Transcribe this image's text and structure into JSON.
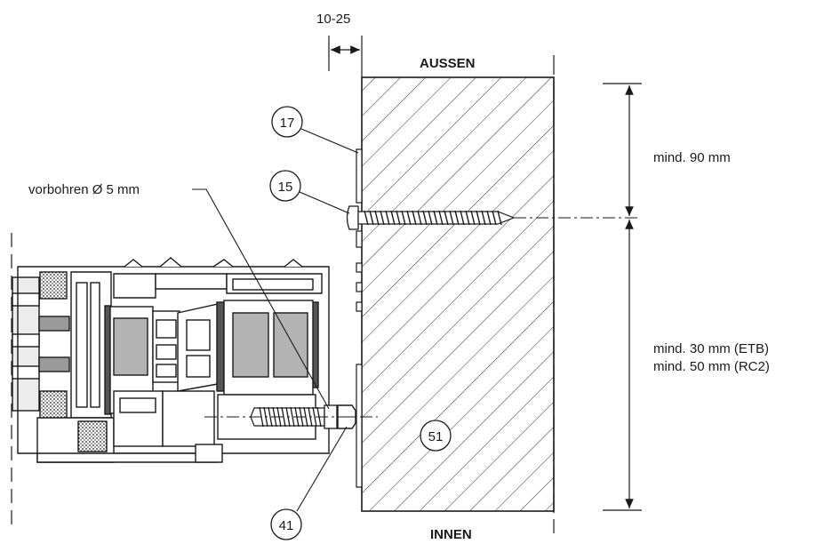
{
  "labels": {
    "gap_range": "10-25",
    "outside": "AUSSEN",
    "inside": "INNEN",
    "predrill_note": "vorbohren Ø 5 mm",
    "dim_top": "mind. 90 mm",
    "dim_bottom_etb": "mind. 30 mm (ETB)",
    "dim_bottom_rc2": "mind. 50 mm (RC2)"
  },
  "callouts": [
    {
      "number": "17",
      "name": "callout-17"
    },
    {
      "number": "15",
      "name": "callout-15"
    },
    {
      "number": "51",
      "name": "callout-51"
    },
    {
      "number": "41",
      "name": "callout-41"
    }
  ],
  "colors": {
    "line": "#1a1a1a",
    "gasket": "#555555",
    "insulation": "#b0b0b0",
    "profile_fill": "#ffffff",
    "glass": "#e8e8e8"
  }
}
